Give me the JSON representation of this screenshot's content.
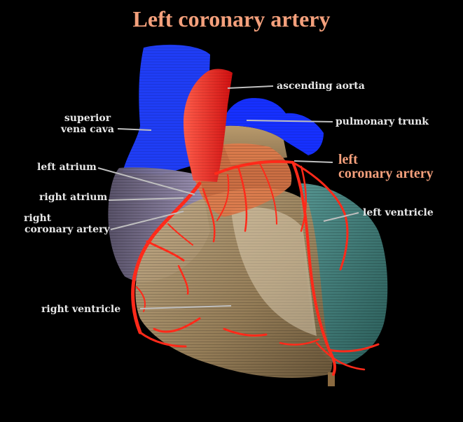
{
  "title": "Left coronary artery",
  "labels": {
    "ascending_aorta": "ascending aorta",
    "pulmonary_trunk": "pulmonary trunk",
    "superior_vena_cava_1": "superior",
    "superior_vena_cava_2": "vena cava",
    "left_coronary_artery_1": "left",
    "left_coronary_artery_2": "coronary artery",
    "left_atrium": "left atrium",
    "right_atrium": "right atrium",
    "right_coronary_artery_1": "right",
    "right_coronary_artery_2": "coronary artery",
    "left_ventricle": "left ventricle",
    "right_ventricle": "right ventricle"
  },
  "colors": {
    "background": "#000000",
    "title": "#f4a07c",
    "highlight_label": "#f4a07c",
    "label": "#e8e8e8",
    "leader_line": "#bfbfbf",
    "vena_cava": "#1f3df5",
    "aorta": "#ff3a3a",
    "pulmonary_trunk": "#1630ff",
    "coronary": "#ff2a1a",
    "left_ventricle": "#3f7f7a",
    "right_ventricle": "#a8916a",
    "atrium": "#8c82a6"
  }
}
